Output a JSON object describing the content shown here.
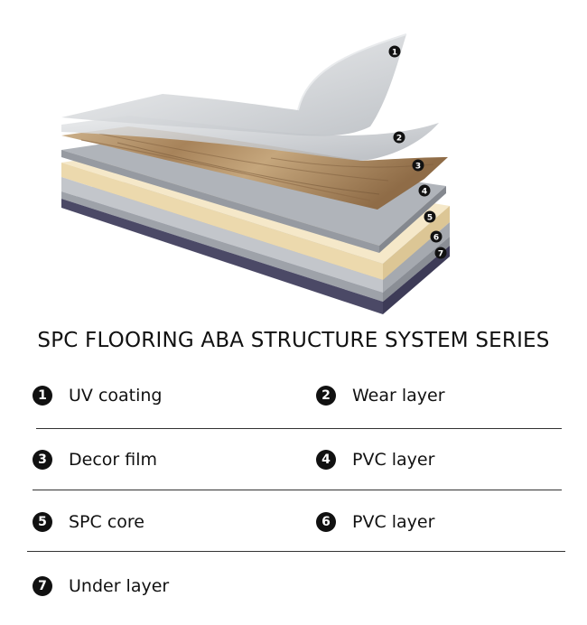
{
  "title": "SPC FLOORING ABA STRUCTURE SYSTEM SERIES",
  "layers": [
    {
      "num": "1",
      "label": "UV coating"
    },
    {
      "num": "2",
      "label": "Wear layer"
    },
    {
      "num": "3",
      "label": "Decor film"
    },
    {
      "num": "4",
      "label": "PVC layer"
    },
    {
      "num": "5",
      "label": "SPC core"
    },
    {
      "num": "6",
      "label": "PVC layer"
    },
    {
      "num": "7",
      "label": "Under layer"
    }
  ],
  "colors": {
    "uv": "#d9dbde",
    "wear": "#c7cacf",
    "decor": "#b9956a",
    "pvc": "#a9adb3",
    "spc": "#f1e2bf",
    "under": "#5c5a78"
  }
}
